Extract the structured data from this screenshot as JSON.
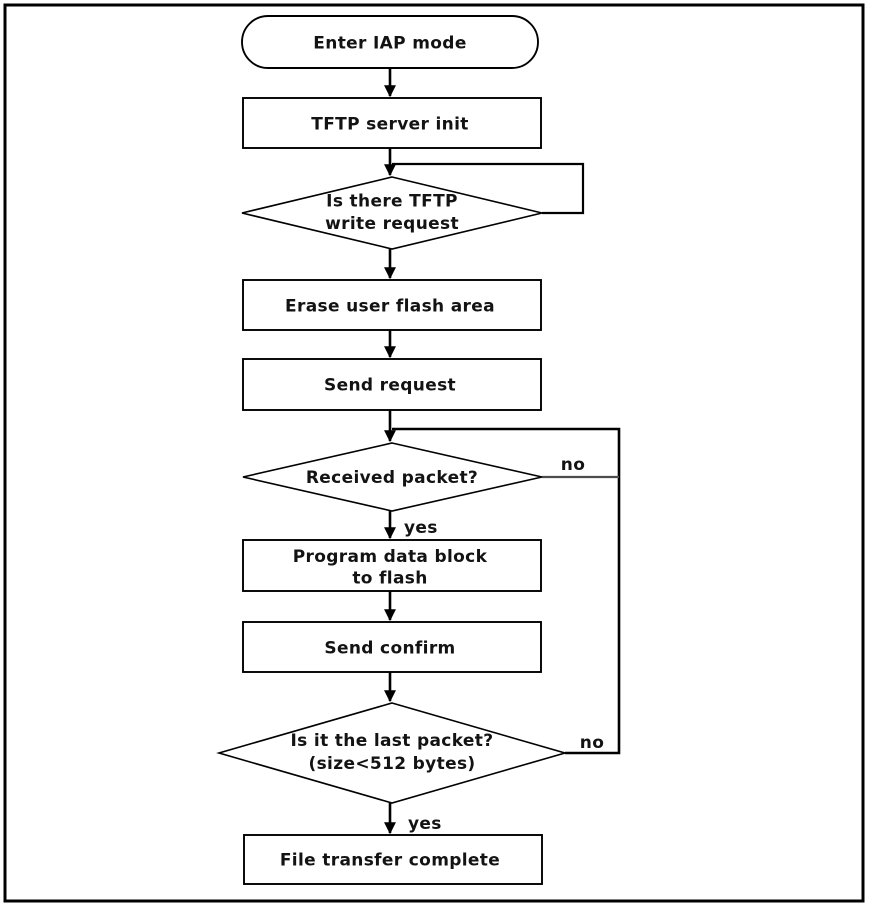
{
  "diagram": {
    "background": "#ffffff",
    "colors": {
      "line": "#000000",
      "text": "#131313",
      "no_connector_gray": "#4d4d4d",
      "shape_fill": "#ffffff"
    },
    "nodes": {
      "start": {
        "type": "terminator",
        "label": "Enter IAP mode"
      },
      "tftp_server_init": {
        "type": "process",
        "label": "TFTP server init"
      },
      "tftp_write_request": {
        "type": "decision",
        "line1": "Is there TFTP",
        "line2": "write request"
      },
      "erase_user_flash": {
        "type": "process",
        "label": "Erase user flash area"
      },
      "send_request": {
        "type": "process",
        "label": "Send request"
      },
      "received_packet": {
        "type": "decision",
        "label": "Received packet?"
      },
      "program_data_block": {
        "type": "process",
        "line1": "Program data block",
        "line2": "to flash"
      },
      "send_confirm": {
        "type": "process",
        "label": "Send confirm"
      },
      "last_packet": {
        "type": "decision",
        "line1": "Is it the last packet?",
        "line2": "(size<512 bytes)"
      },
      "file_transfer_complete": {
        "type": "process",
        "label": "File transfer complete"
      }
    },
    "edge_labels": {
      "received_packet_yes": "yes",
      "received_packet_no": "no",
      "last_packet_yes": "yes",
      "last_packet_no": "no"
    }
  }
}
